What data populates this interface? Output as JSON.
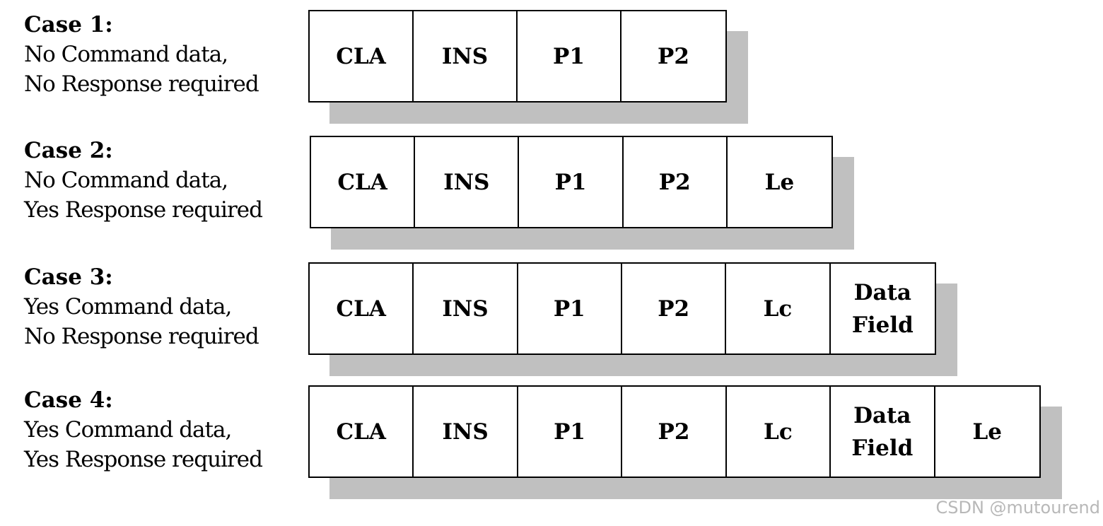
{
  "cases": [
    {
      "title": "Case 1:",
      "line1": "No Command data,",
      "line2": "No Response required",
      "fields": [
        "CLA",
        "INS",
        "P1",
        "P2"
      ]
    },
    {
      "title": "Case 2:",
      "line1": "No Command data,",
      "line2": "Yes Response required",
      "fields": [
        "CLA",
        "INS",
        "P1",
        "P2",
        "Le"
      ]
    },
    {
      "title": "Case 3:",
      "line1": "Yes Command data,",
      "line2": "No Response required",
      "fields": [
        "CLA",
        "INS",
        "P1",
        "P2",
        "Lc",
        "Data\nField"
      ]
    },
    {
      "title": "Case 4:",
      "line1": "Yes Command data,",
      "line2": "Yes Response required",
      "fields": [
        "CLA",
        "INS",
        "P1",
        "P2",
        "Lc",
        "Data\nField",
        "Le"
      ]
    }
  ],
  "watermark": "CSDN @mutourend"
}
